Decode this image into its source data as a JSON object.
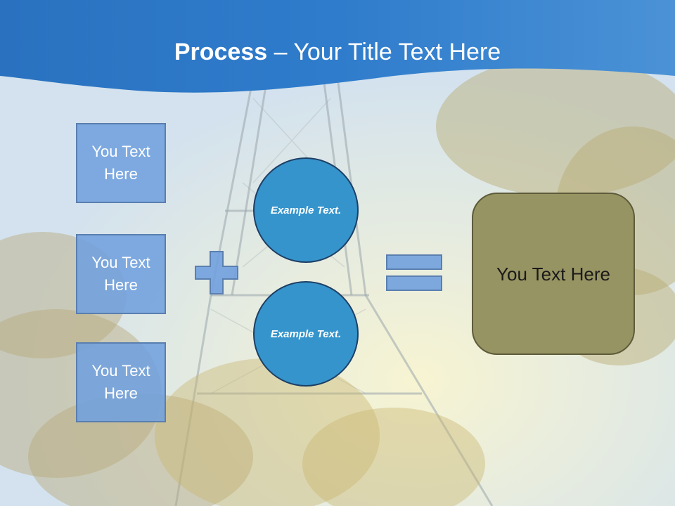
{
  "slide": {
    "title_bold": "Process",
    "title_rest": " – Your Title Text Here"
  },
  "inputs": [
    {
      "label": "You Text Here"
    },
    {
      "label": "You Text Here"
    },
    {
      "label": "You Text Here"
    }
  ],
  "operators": {
    "plus": "plus-icon",
    "equals": "equals-icon"
  },
  "circles": [
    {
      "label": "Example Text."
    },
    {
      "label": "Example Text."
    }
  ],
  "result": {
    "label": "You Text Here"
  },
  "colors": {
    "header_blue": "#2a72c0",
    "input_fill": "#71a0de",
    "circle_fill": "#3594cb",
    "result_fill": "#979463"
  }
}
